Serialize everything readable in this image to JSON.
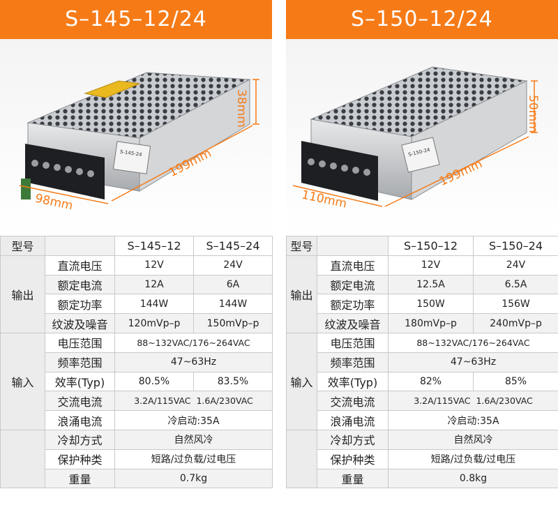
{
  "left": {
    "title": "S–145–12/24",
    "dims": {
      "height": "38mm",
      "length": "199mm",
      "width": "98mm"
    },
    "label_model": "S-145-24",
    "models": [
      "S–145–12",
      "S–145–24"
    ],
    "rows": {
      "voltage": [
        "12V",
        "24V"
      ],
      "current": [
        "12A",
        "6A"
      ],
      "power": [
        "144W",
        "144W"
      ],
      "ripple": [
        "120mVp–p",
        "150mVp–p"
      ],
      "vrange": "88~132VAC/176~264VAC",
      "freq": "47~63Hz",
      "eff": [
        "80.5%",
        "83.5%"
      ],
      "accurrent": "3.2A/115VAC  1.6A/230VAC",
      "inrush": "冷启动:35A",
      "cooling": "自然风冷",
      "protect": "短路/过负载/过电压",
      "weight": "0.7kg"
    }
  },
  "right": {
    "title": "S–150–12/24",
    "dims": {
      "height": "50mm",
      "length": "199mm",
      "width": "110mm"
    },
    "label_model": "S-150-24",
    "models": [
      "S–150–12",
      "S–150–24"
    ],
    "rows": {
      "voltage": [
        "12V",
        "24V"
      ],
      "current": [
        "12.5A",
        "6.5A"
      ],
      "power": [
        "150W",
        "156W"
      ],
      "ripple": [
        "180mVp–p",
        "240mVp–p"
      ],
      "vrange": "88~132VAC/176~264VAC",
      "freq": "47~63Hz",
      "eff": [
        "82%",
        "85%"
      ],
      "accurrent": "3.2A/115VAC  1.6A/230VAC",
      "inrush": "冷启动:35A",
      "cooling": "自然风冷",
      "protect": "短路/过负载/过电压",
      "weight": "0.8kg"
    }
  },
  "labels": {
    "model": "型号",
    "output": "输出",
    "input": "输入",
    "voltage": "直流电压",
    "current": "额定电流",
    "power": "额定功率",
    "ripple": "纹波及噪音",
    "vrange": "电压范围",
    "freq": "频率范围",
    "eff": "效率(Typ)",
    "accurrent": "交流电流",
    "inrush": "浪涌电流",
    "cooling": "冷却方式",
    "protect": "保护种类",
    "weight": "重量"
  },
  "colors": {
    "accent": "#f67b17",
    "border": "#c9c9c9",
    "group_bg": "#ececec"
  }
}
